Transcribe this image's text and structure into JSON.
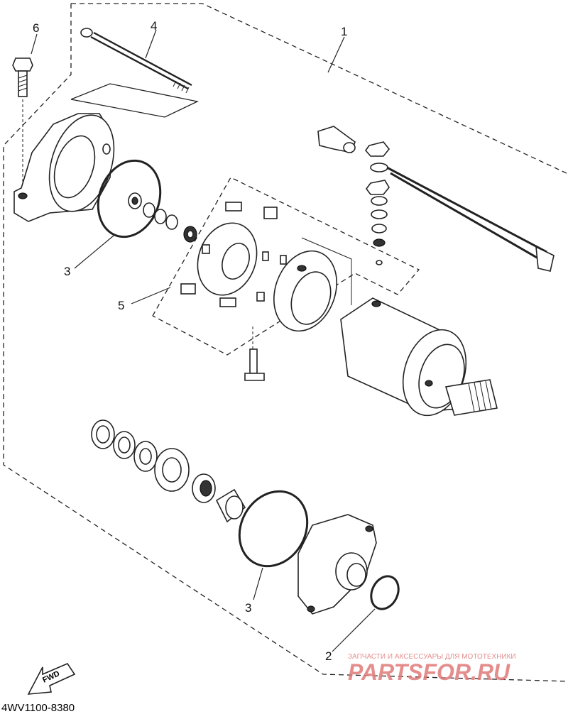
{
  "diagram": {
    "callouts": [
      {
        "id": "c1",
        "label": "1"
      },
      {
        "id": "c2",
        "label": "2"
      },
      {
        "id": "c3a",
        "label": "3"
      },
      {
        "id": "c3b",
        "label": "3"
      },
      {
        "id": "c4",
        "label": "4"
      },
      {
        "id": "c5",
        "label": "5"
      },
      {
        "id": "c6",
        "label": "6"
      }
    ],
    "fwd_label": "FWD",
    "drawing_code": "4WV1100-8380"
  },
  "watermark": {
    "caption": "ЗАПЧАСТИ И АКСЕССУАРЫ ДЛЯ МОТОТЕХНИКИ",
    "logo_text": "PARTSFOR.RU",
    "color": "#e07a7a"
  }
}
